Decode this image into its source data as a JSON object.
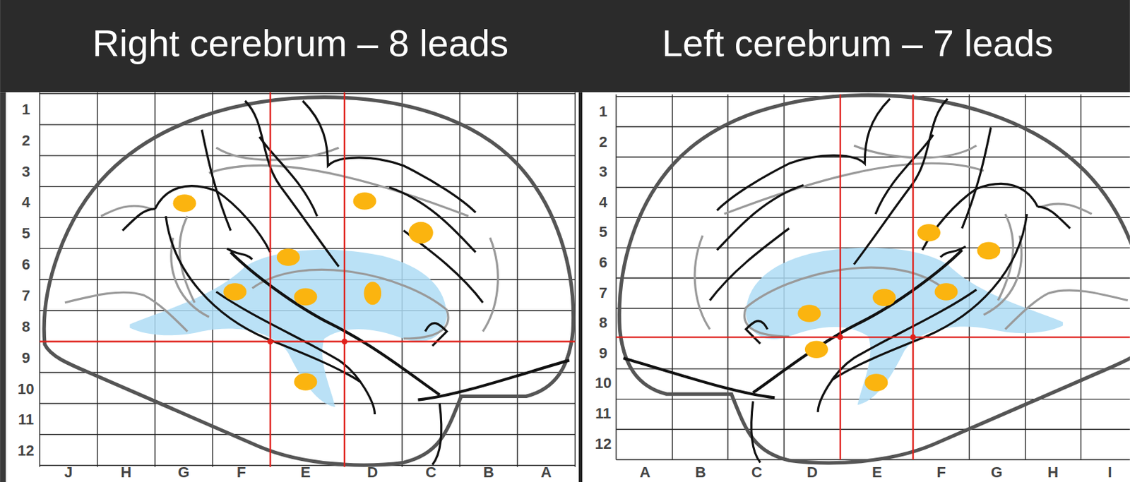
{
  "diagram": {
    "labels": [
      "Right cerebrum – 8 leads",
      "Left cerebrum – 7 leads",
      "1",
      "2",
      "3",
      "4",
      "5",
      "6",
      "7",
      "8",
      "9",
      "10",
      "11",
      "12",
      "J",
      "H",
      "G",
      "F",
      "E",
      "D",
      "C",
      "B",
      "A",
      "1",
      "2",
      "3",
      "4",
      "5",
      "6",
      "7",
      "8",
      "9",
      "10",
      "11",
      "12",
      "A",
      "B",
      "C",
      "D",
      "E",
      "F",
      "G",
      "H",
      "I"
    ]
  }
}
